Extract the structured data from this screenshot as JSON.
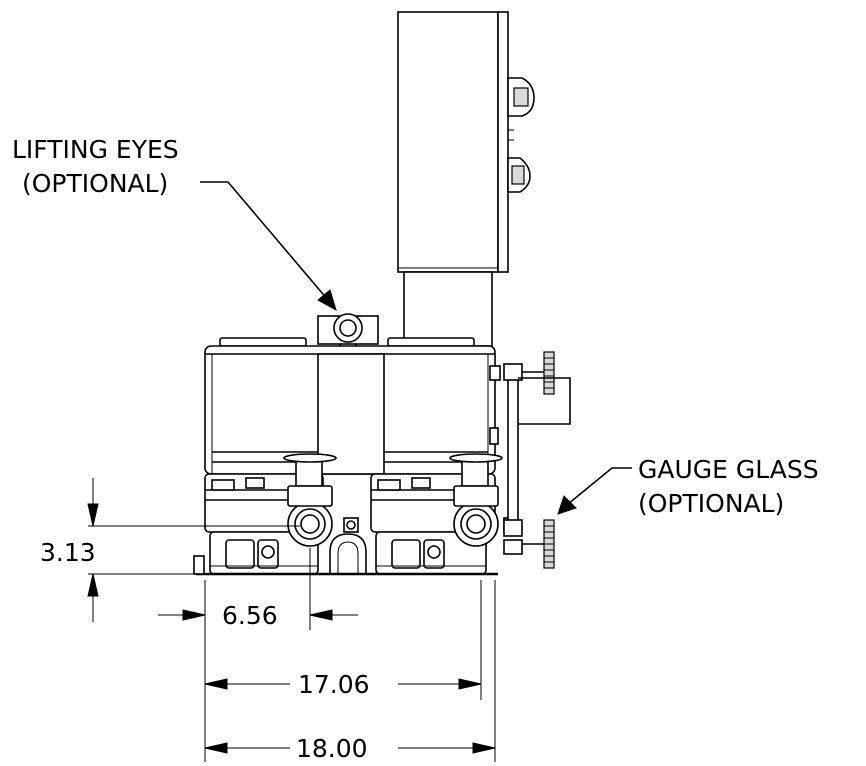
{
  "callouts": {
    "lifting_eyes": {
      "line1": "LIFTING EYES",
      "line2": "(OPTIONAL)"
    },
    "gauge_glass": {
      "line1": "GAUGE GLASS",
      "line2": "(OPTIONAL)"
    }
  },
  "dimensions": {
    "height_offset": "3.13",
    "outlet_offset": "6.56",
    "inner_width": "17.06",
    "overall_width": "18.00"
  },
  "colors": {
    "line": "#000000",
    "background": "#ffffff",
    "shade": "#d9d9d9"
  }
}
